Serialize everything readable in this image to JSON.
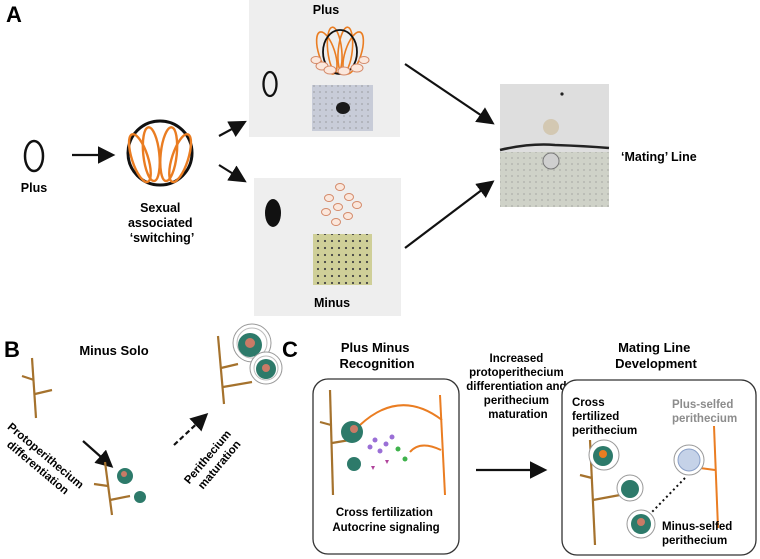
{
  "panel_a": {
    "letter": "A",
    "plus_label": "Plus",
    "switching_label": [
      "Sexual",
      "associated",
      "‘switching’"
    ],
    "top_box_label": "Plus",
    "bottom_box_label": "Minus",
    "mating_line_label": "‘Mating’ Line"
  },
  "panel_b": {
    "letter": "B",
    "title": "Minus Solo",
    "differentiation_label": [
      "Protoperithecium",
      "differentiation"
    ],
    "maturation_label": [
      "Perithecium",
      "maturation"
    ]
  },
  "panel_c": {
    "letter": "C",
    "recognition_title": [
      "Plus Minus",
      "Recognition"
    ],
    "middle_text": [
      "Increased",
      "protoperithecium",
      "differentiation and",
      "perithecium",
      "maturation"
    ],
    "development_title": [
      "Mating Line",
      "Development"
    ],
    "cross_label": [
      "Cross fertilization",
      "Autocrine signaling"
    ],
    "cross_fertilized_label": [
      "Cross",
      "fertilized",
      "perithecium"
    ],
    "plus_selfed_label": [
      "Plus-selfed",
      "perithecium"
    ],
    "minus_selfed_label": [
      "Minus-selfed",
      "perithecium"
    ]
  },
  "colors": {
    "orange": "#ea7d22",
    "brown": "#a5722d",
    "teal": "#2d7a6a",
    "panel_gray": "#eeeeee"
  }
}
